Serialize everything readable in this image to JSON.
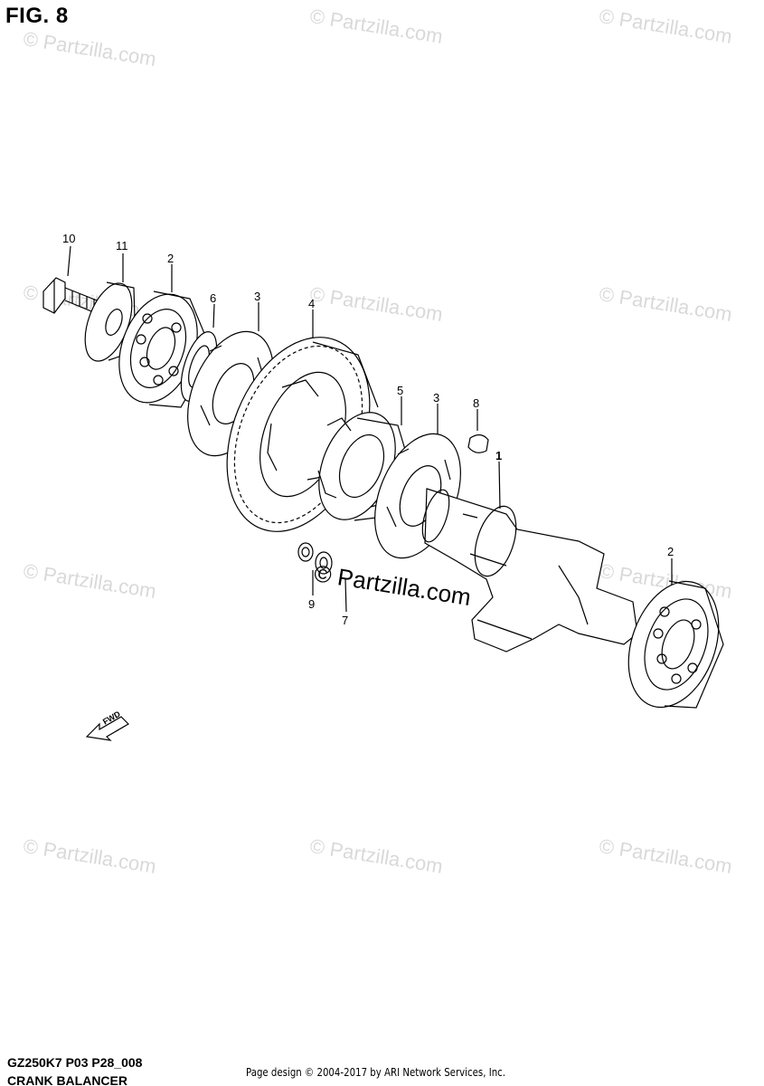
{
  "figure": {
    "title": "FIG. 8"
  },
  "watermark": {
    "text": "© Partzilla.com",
    "main_text": "© Partzilla.com"
  },
  "callouts": [
    "10",
    "11",
    "2",
    "6",
    "3",
    "4",
    "5",
    "3",
    "8",
    "1",
    "2",
    "9",
    "7"
  ],
  "fwd_label": "FWD",
  "footer": {
    "code": "GZ250K7 P03 P28_008",
    "title": "CRANK BALANCER",
    "credit": "Page design © 2004-2017 by ARI Network Services, Inc."
  }
}
